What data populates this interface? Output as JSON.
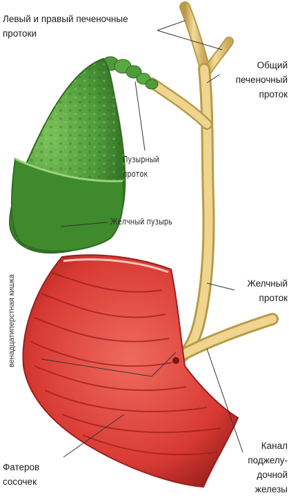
{
  "labels": {
    "hepatic_ducts_line1": "Левый и правый печеночные",
    "hepatic_ducts_line2": "протоки",
    "common_hepatic_line1": "Общий",
    "common_hepatic_line2": "печеночный",
    "common_hepatic_line3": "проток",
    "cystic_duct_line1": "Пузырный",
    "cystic_duct_line2": "проток",
    "gallbladder": "Желчный пузырь",
    "bile_duct_line1": "Желчный",
    "bile_duct_line2": "проток",
    "duodenum_partial": "венадцатиперстная кишка",
    "vater_line1": "Фатеров",
    "vater_line2": "сосочек",
    "pancreatic_line1": "Канал",
    "pancreatic_line2": "поджелу-",
    "pancreatic_line3": "дочной",
    "pancreatic_line4": "железы"
  },
  "colors": {
    "duct": "#e8cf82",
    "duct_dark": "#b89a48",
    "gallbladder": "#4f9a3a",
    "gallbladder_dark": "#2f6a22",
    "duodenum": "#d83a33",
    "duodenum_dark": "#9a1f1c",
    "leader": "#333333"
  }
}
